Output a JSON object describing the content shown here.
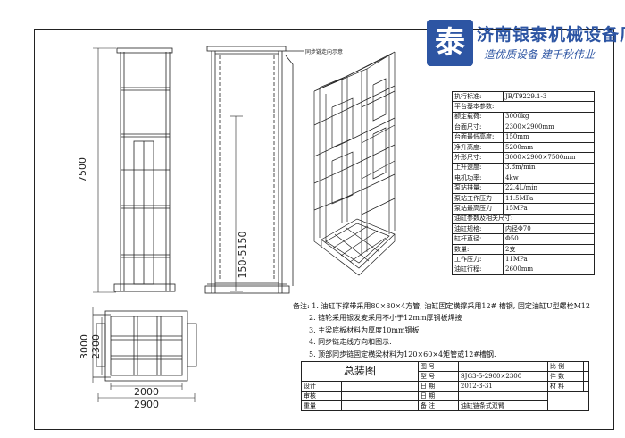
{
  "company": {
    "logo_char": "泰",
    "name": "济南银泰机械设备厂",
    "slogan": "造优质设备 建千秋伟业",
    "colors": {
      "brand": "#2d55a3"
    }
  },
  "drawing": {
    "height_dim": "7500",
    "lift_dim": "150-5150",
    "plan_depth_dim": "3000",
    "plan_depth_inner_dim": "2300",
    "plan_width_inner_dim": "2000",
    "plan_width_dim": "2900",
    "callout": "同步链走向示意"
  },
  "params": {
    "standard_label": "执行标准:",
    "standard_value": "JB/T9229.1-3",
    "section1": "平台基本参数:",
    "rows": [
      {
        "k": "额定载荷:",
        "v": "3000kg"
      },
      {
        "k": "台面尺寸:",
        "v": "2300×2900mm"
      },
      {
        "k": "台面最低高度:",
        "v": "150mm"
      },
      {
        "k": "净升高度:",
        "v": "5200mm"
      },
      {
        "k": "外形尺寸:",
        "v": "3000×2900×7500mm"
      },
      {
        "k": "上升速度:",
        "v": "3.8m/min"
      },
      {
        "k": "电机功率:",
        "v": "4kw"
      },
      {
        "k": "泵站排量:",
        "v": "22.4L/min"
      },
      {
        "k": "泵站工作压力",
        "v": "11.5MPa"
      },
      {
        "k": "泵站最高压力",
        "v": "15MPa"
      }
    ],
    "section2": "油缸参数及相关尺寸:",
    "rows2": [
      {
        "k": "油缸规格:",
        "v": "内径Φ70"
      },
      {
        "k": "缸杆直径:",
        "v": "Φ50"
      },
      {
        "k": "数量:",
        "v": "2支"
      },
      {
        "k": "工作压力:",
        "v": "11MPa"
      },
      {
        "k": "油缸行程:",
        "v": "2600mm"
      }
    ]
  },
  "notes": {
    "n1": "备注: 1. 油缸下撑带采用80×80×4方管, 油缸固定横撑采用12# 槽钢, 固定油缸U型螺栓M12",
    "n2": "2. 链轮采用银发麦采用不小于12mm厚钢板焊接",
    "n3": "3. 主梁底板材料为厚度10mm钢板",
    "n4": "4. 同步链走线方向和图示.",
    "n5": "5. 顶部同步链固定横梁材料为120×60×4矩管或12#槽钢."
  },
  "title_block": {
    "title": "总装图",
    "figno_label": "图 号",
    "model_label": "型 号",
    "model_value": "SJG3-5-2900×2300",
    "design_label": "设计",
    "date_label": "日 期",
    "date_value": "2012-3-31",
    "check_label": "审核",
    "date_label2": "日 期",
    "weight_label": "重量",
    "remark_label": "备 注",
    "remark_value": "油缸链条式双臂",
    "scale_label": "比 例",
    "count_label": "件 数",
    "material_label": "材 料"
  }
}
